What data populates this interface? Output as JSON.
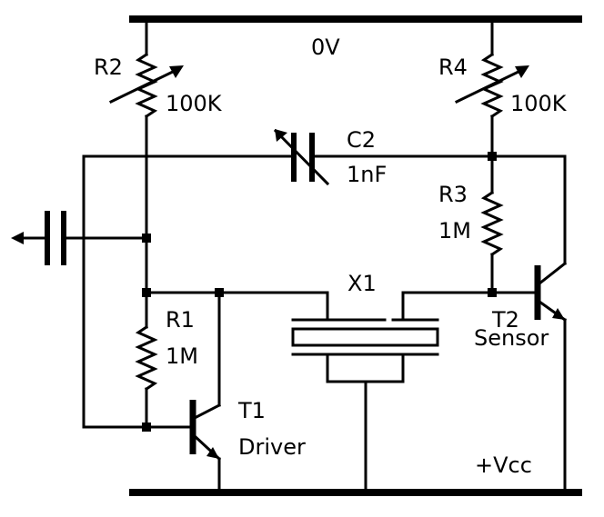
{
  "rails": {
    "top_label": "0V",
    "bottom_label": "+Vcc"
  },
  "components": {
    "r2": {
      "ref": "R2",
      "value": "100K"
    },
    "r4": {
      "ref": "R4",
      "value": "100K"
    },
    "c2": {
      "ref": "C2",
      "value": "1nF"
    },
    "r3": {
      "ref": "R3",
      "value": "1M"
    },
    "r1": {
      "ref": "R1",
      "value": "1M"
    },
    "x1": {
      "ref": "X1"
    },
    "t1": {
      "ref": "T1",
      "role": "Driver"
    },
    "t2": {
      "ref": "T2",
      "role": "Sensor"
    }
  }
}
